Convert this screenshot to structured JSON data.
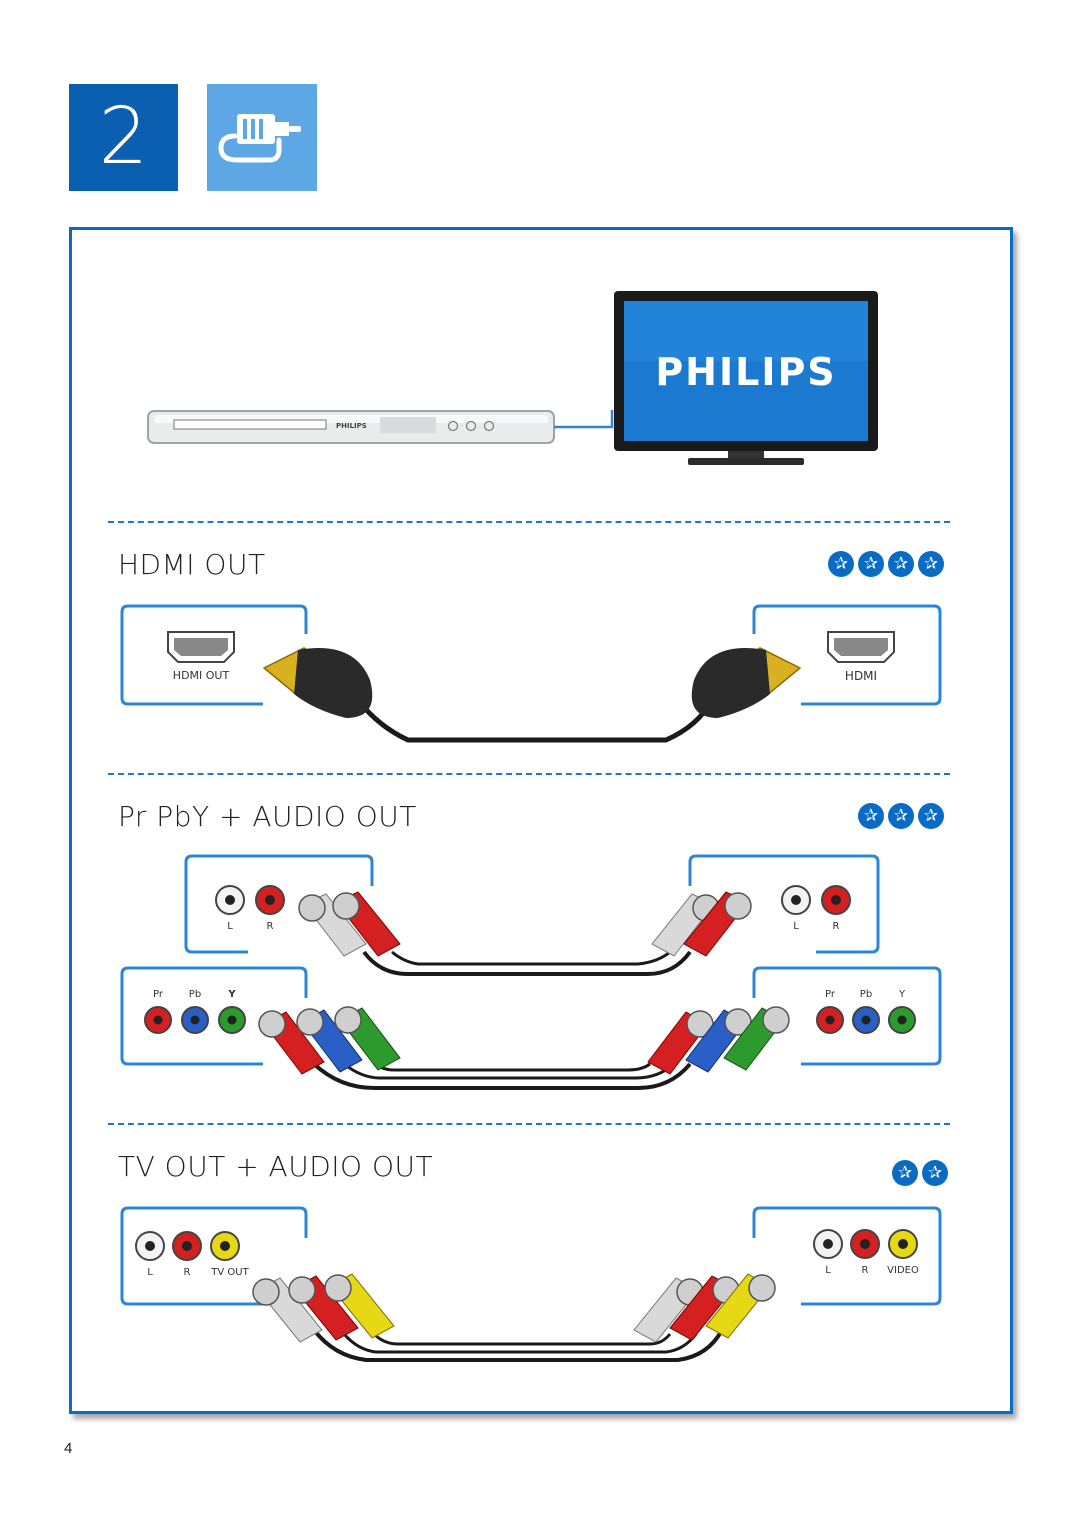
{
  "step": {
    "number": "2",
    "icon": "cable-connector-icon"
  },
  "devices": {
    "tv_brand": "PHILIPS",
    "player_brand": "PHILIPS"
  },
  "sections": [
    {
      "title": "HDMI OUT",
      "stars": 4,
      "left_label": "HDMI OUT",
      "right_label": "HDMI"
    },
    {
      "title": "Pr PbY + AUDIO OUT",
      "stars": 3,
      "audio_left_labels": [
        "L",
        "R"
      ],
      "audio_right_labels": [
        "L",
        "R"
      ],
      "video_left_labels": [
        "Pr",
        "Pb",
        "Y"
      ],
      "video_right_labels": [
        "Pr",
        "Pb",
        "Y"
      ]
    },
    {
      "title": "TV OUT + AUDIO OUT",
      "stars": 2,
      "left_labels": [
        "L",
        "R",
        "TV OUT"
      ],
      "right_labels": [
        "L",
        "R",
        "VIDEO"
      ]
    }
  ],
  "colors": {
    "brand_blue": "#0a5fb0",
    "light_blue": "#5da8e4",
    "frame_blue": "#0a6bc4",
    "white_plug": "#d9d9d9",
    "red_plug": "#d42020",
    "blue_plug": "#2a5fc8",
    "green_plug": "#2d9a2d",
    "yellow_plug": "#e6d814"
  },
  "page_number": "4"
}
